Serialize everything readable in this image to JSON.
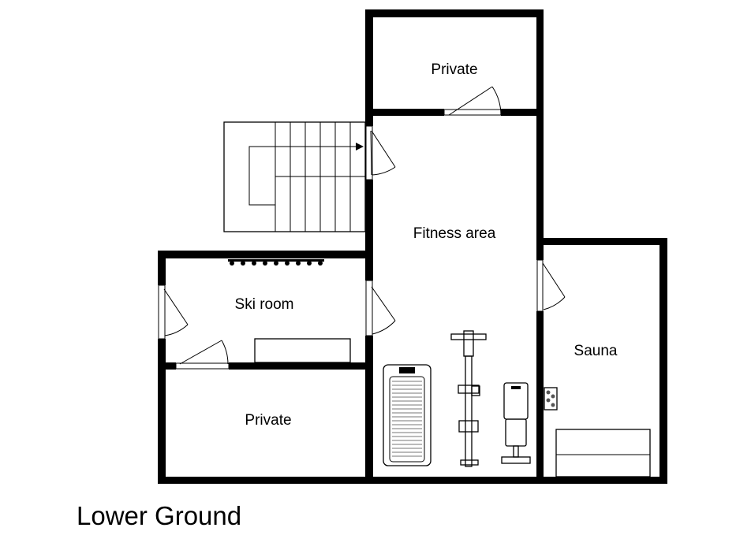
{
  "plan": {
    "title": "Lower Ground",
    "rooms": {
      "private_top": "Private",
      "fitness_area": "Fitness area",
      "ski_room": "Ski room",
      "sauna": "Sauna",
      "private_bottom": "Private"
    }
  },
  "colors": {
    "wall": "#000000",
    "background": "#ffffff"
  }
}
